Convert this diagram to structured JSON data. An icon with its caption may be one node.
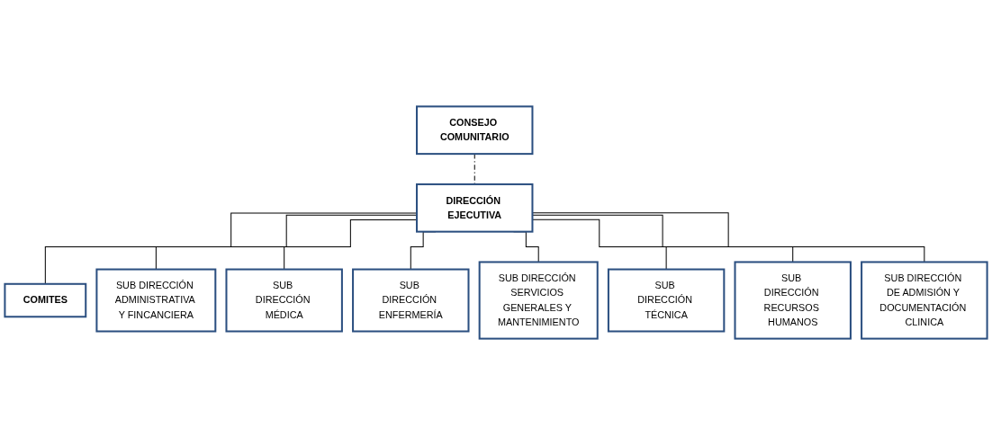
{
  "diagram": {
    "nodes": [
      {
        "text": [
          "CONSEJO COMUNITARIO"
        ]
      },
      {
        "text": [
          "DIRECCIÓN EJECUTIVA"
        ]
      },
      {
        "text": [
          "COMITES"
        ]
      },
      {
        "text": [
          "SUB DIRECCIÓN ADMINISTRATIVA Y FINCANCIERA"
        ]
      },
      {
        "text": [
          "SUB DIRECCIÓN MÉDICA"
        ]
      },
      {
        "text": [
          "SUB DIRECCIÓN ENFERMERÍA"
        ]
      },
      {
        "text": [
          "SUB DIRECCIÓN SERVICIOS GENERALES Y MANTENIMIENTO"
        ]
      },
      {
        "text": [
          "SUB DIRECCIÓN TÉCNICA"
        ]
      },
      {
        "text": [
          "SUB DIRECCIÓN RECURSOS HUMANOS"
        ]
      },
      {
        "text": [
          "SUB DIRECCIÓN DE ADMISIÓN Y DOCUMENTACIÓN CLINICA"
        ]
      }
    ],
    "edges": [
      {
        "from": 0,
        "to": 1,
        "arrow": "none",
        "style": "dashed"
      },
      {
        "from": 1,
        "to": 2,
        "arrow": "none"
      },
      {
        "from": 1,
        "to": 3,
        "arrow": "none"
      },
      {
        "from": 1,
        "to": 4,
        "arrow": "none"
      },
      {
        "from": 1,
        "to": 5,
        "arrow": "none"
      },
      {
        "from": 1,
        "to": 6,
        "arrow": "none"
      },
      {
        "from": 1,
        "to": 7,
        "arrow": "none"
      },
      {
        "from": 1,
        "to": 8,
        "arrow": "none"
      },
      {
        "from": 1,
        "to": 9,
        "arrow": "none"
      }
    ]
  }
}
